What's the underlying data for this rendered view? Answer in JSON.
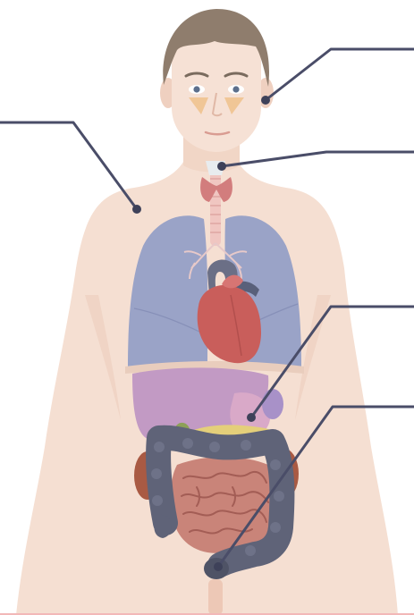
{
  "diagram": {
    "subject": "male-torso-internal-organs",
    "labels": [],
    "colors": {
      "skin": "#f5dfd2",
      "skin_shadow": "#ecc9b7",
      "hair": "#8f7d6d",
      "lungs": "#9aa3c7",
      "heart": "#c95e5b",
      "liver": "#c29ac4",
      "stomach": "#b892c0",
      "kidneys": "#a95a43",
      "large_intestine": "#5f6378",
      "small_intestine": "#c98479",
      "pancreas": "#e4cf7a",
      "thyroid": "#d27d7d",
      "callout_line": "#4a4d68"
    },
    "callouts": [
      {
        "name": "callout-sinuses"
      },
      {
        "name": "callout-thyroid"
      },
      {
        "name": "callout-chest"
      },
      {
        "name": "callout-stomach"
      },
      {
        "name": "callout-colon"
      }
    ]
  }
}
